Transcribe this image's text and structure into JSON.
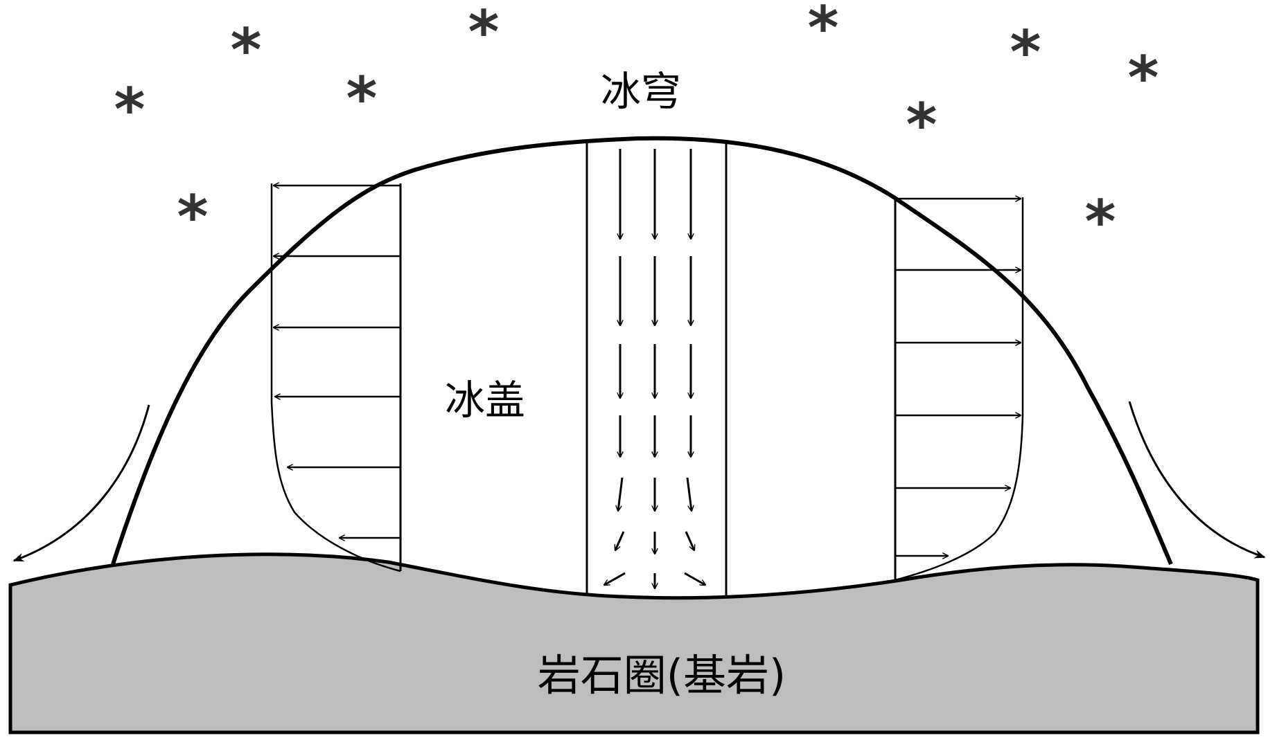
{
  "labels": {
    "ice_dome": "冰穹",
    "ice_sheet": "冰盖",
    "lithosphere": "岩石圈(基岩)"
  },
  "snowflake_glyph": "*",
  "colors": {
    "bedrock_fill": "#bdbdbd",
    "line": "#000000",
    "snow": "#333333",
    "background": "#ffffff"
  }
}
